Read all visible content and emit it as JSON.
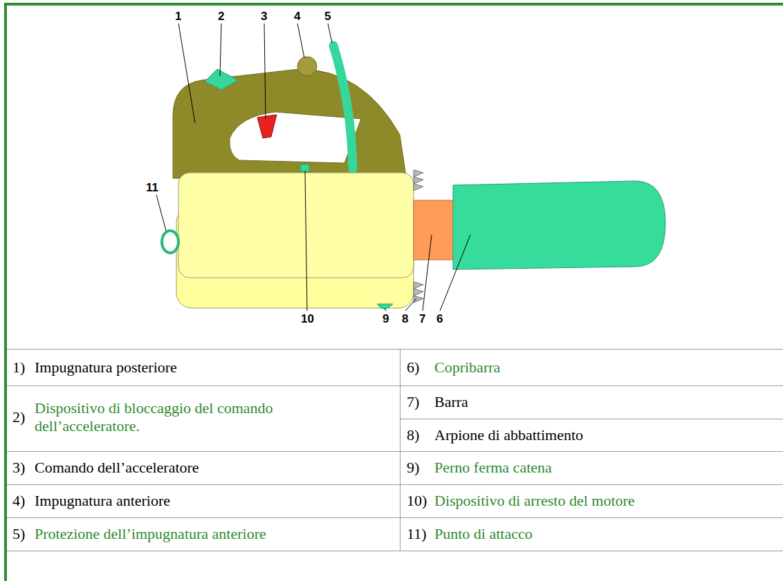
{
  "diagram": {
    "labels": [
      "1",
      "2",
      "3",
      "4",
      "5",
      "11",
      "10",
      "9",
      "8",
      "7",
      "6",
      "1)",
      "Impugnatura posteriore",
      "6)",
      "Copribarra",
      "2)",
      "Dispositivo di bloccaggio del comando dell’acceleratore.",
      "7)",
      "Barra",
      "8)",
      "Arpione di abbattimento",
      "3)",
      "Comando dell’acceleratore",
      "9)",
      "Perno ferma catena",
      "4)",
      "Impugnatura anteriore",
      "10)",
      "Dispositivo di arresto del motore",
      "5)",
      "Protezione dell’impugnatura anteriore",
      "11)",
      "Punto di attacco"
    ]
  }
}
